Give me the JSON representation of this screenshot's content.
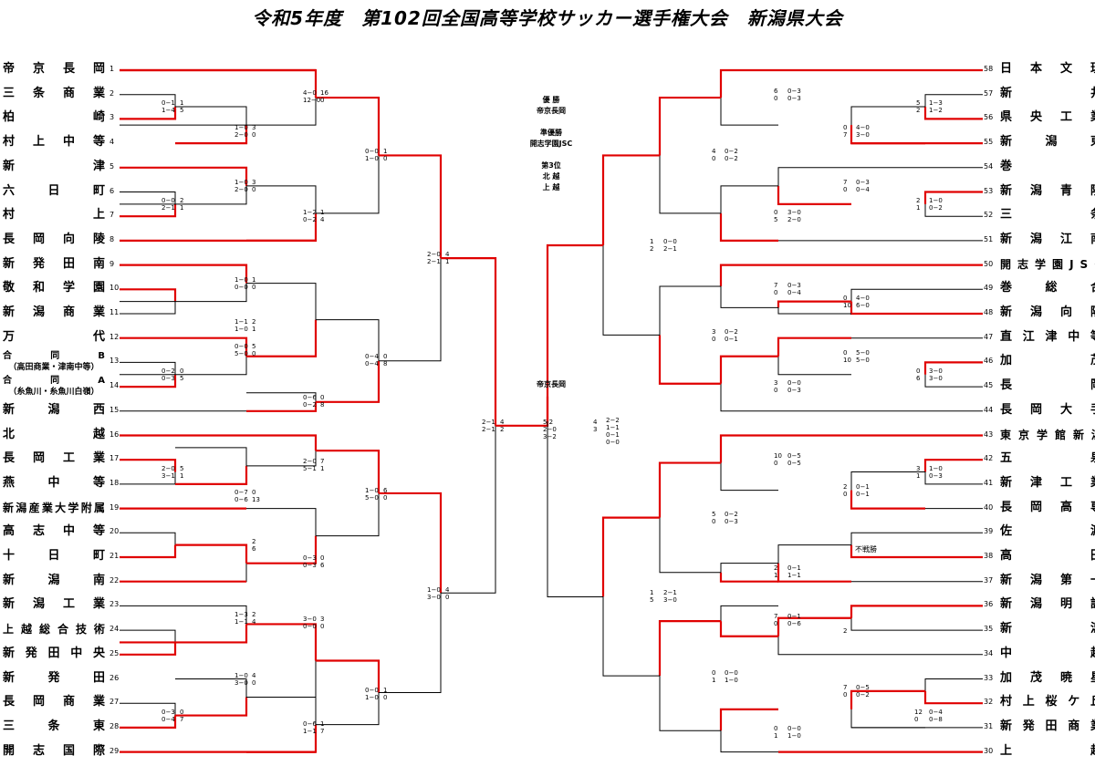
{
  "title": "令和5年度　第102回全国高等学校サッカー選手権大会　新潟県大会",
  "results": {
    "champion_label": "優 勝",
    "champion": "帝京長岡",
    "runner_up_label": "準優勝",
    "runner_up": "開志学園JSC",
    "third_label": "第3位",
    "third_1": "北 越",
    "third_2": "上 越",
    "final_winner_label": "帝京長岡"
  },
  "colors": {
    "win_line": "#e00000",
    "line": "#000000"
  },
  "left_teams": [
    {
      "n": "1",
      "name": "帝京長岡"
    },
    {
      "n": "2",
      "name": "三条商業"
    },
    {
      "n": "3",
      "name": "柏崎"
    },
    {
      "n": "4",
      "name": "村上中等"
    },
    {
      "n": "5",
      "name": "新津"
    },
    {
      "n": "6",
      "name": "六日町"
    },
    {
      "n": "7",
      "name": "村上"
    },
    {
      "n": "8",
      "name": "長岡向陵"
    },
    {
      "n": "9",
      "name": "新発田南"
    },
    {
      "n": "10",
      "name": "敬和学園"
    },
    {
      "n": "11",
      "name": "新潟商業"
    },
    {
      "n": "12",
      "name": "万代"
    },
    {
      "n": "13",
      "name": "合同B",
      "sub": "（高田商業・津南中等）"
    },
    {
      "n": "14",
      "name": "合同A",
      "sub": "（糸魚川・糸魚川白嶺）"
    },
    {
      "n": "15",
      "name": "新潟西"
    },
    {
      "n": "16",
      "name": "北越"
    },
    {
      "n": "17",
      "name": "長岡工業"
    },
    {
      "n": "18",
      "name": "燕中等"
    },
    {
      "n": "19",
      "name": "新潟産業大学附属"
    },
    {
      "n": "20",
      "name": "高志中等"
    },
    {
      "n": "21",
      "name": "十日町"
    },
    {
      "n": "22",
      "name": "新潟南"
    },
    {
      "n": "23",
      "name": "新潟工業"
    },
    {
      "n": "24",
      "name": "上越総合技術"
    },
    {
      "n": "25",
      "name": "新発田中央"
    },
    {
      "n": "26",
      "name": "新発田"
    },
    {
      "n": "27",
      "name": "長岡商業"
    },
    {
      "n": "28",
      "name": "三条東"
    },
    {
      "n": "29",
      "name": "開志国際"
    }
  ],
  "right_teams": [
    {
      "n": "58",
      "name": "日本文理"
    },
    {
      "n": "57",
      "name": "新井"
    },
    {
      "n": "56",
      "name": "県央工業"
    },
    {
      "n": "55",
      "name": "新潟東"
    },
    {
      "n": "54",
      "name": "巻"
    },
    {
      "n": "53",
      "name": "新潟青陵"
    },
    {
      "n": "52",
      "name": "三条"
    },
    {
      "n": "51",
      "name": "新潟江南"
    },
    {
      "n": "50",
      "name": "開志学園JSC"
    },
    {
      "n": "49",
      "name": "巻総合"
    },
    {
      "n": "48",
      "name": "新潟向陽"
    },
    {
      "n": "47",
      "name": "直江津中等"
    },
    {
      "n": "46",
      "name": "加茂"
    },
    {
      "n": "45",
      "name": "長岡"
    },
    {
      "n": "44",
      "name": "長岡大手"
    },
    {
      "n": "43",
      "name": "東京学館新潟"
    },
    {
      "n": "42",
      "name": "五泉"
    },
    {
      "n": "41",
      "name": "新津工業"
    },
    {
      "n": "40",
      "name": "長岡高専"
    },
    {
      "n": "39",
      "name": "佐渡"
    },
    {
      "n": "38",
      "name": "高田"
    },
    {
      "n": "37",
      "name": "新潟第一"
    },
    {
      "n": "36",
      "name": "新潟明訓"
    },
    {
      "n": "35",
      "name": "新潟"
    },
    {
      "n": "34",
      "name": "中越"
    },
    {
      "n": "33",
      "name": "加茂暁星"
    },
    {
      "n": "32",
      "name": "村上桜ケ丘"
    },
    {
      "n": "31",
      "name": "新発田商業"
    },
    {
      "n": "30",
      "name": "上越"
    }
  ],
  "walkover_label": "不戦勝",
  "scores": [
    {
      "id": "s_l1_a",
      "t": "0−1\n1−4"
    },
    {
      "id": "s_l1_b",
      "t": "1\n5"
    },
    {
      "id": "s_l2_a",
      "t": "1−0\n2−0"
    },
    {
      "id": "s_l2_b",
      "t": "3\n0"
    },
    {
      "id": "s_l3_a",
      "t": "4−0\n12−0"
    },
    {
      "id": "s_l3_b",
      "t": "16\n0"
    },
    {
      "id": "s_l4_a",
      "t": "1−0\n2−0"
    },
    {
      "id": "s_l4_b",
      "t": "3\n0"
    },
    {
      "id": "s_l5_a",
      "t": "0−0\n2−1"
    },
    {
      "id": "s_l5_b",
      "t": "2\n1"
    },
    {
      "id": "s_l6_a",
      "t": "1−2\n0−2"
    },
    {
      "id": "s_l6_b",
      "t": "1\n4"
    },
    {
      "id": "s_l7_a",
      "t": "0−0\n1−0"
    },
    {
      "id": "s_l7_b",
      "t": "1\n0"
    },
    {
      "id": "s_l8_a",
      "t": "1−0\n0−0"
    },
    {
      "id": "s_l8_b",
      "t": "1\n0"
    },
    {
      "id": "s_l9_a",
      "t": "1−1\n1−0"
    },
    {
      "id": "s_l9_b",
      "t": "2\n1"
    },
    {
      "id": "s_l10_a",
      "t": "0−0\n5−0"
    },
    {
      "id": "s_l10_b",
      "t": "5\n0"
    },
    {
      "id": "s_l11_a",
      "t": "0−2\n0−3"
    },
    {
      "id": "s_l11_b",
      "t": "0\n5"
    },
    {
      "id": "s_l12_a",
      "t": "0−6\n0−2"
    },
    {
      "id": "s_l12_b",
      "t": "0\n8"
    },
    {
      "id": "s_l13_a",
      "t": "0−4\n0−4"
    },
    {
      "id": "s_l13_b",
      "t": "0\n8"
    },
    {
      "id": "s_l14_a",
      "t": "2−0\n2−1"
    },
    {
      "id": "s_l14_b",
      "t": "4\n1"
    },
    {
      "id": "s_l15_a",
      "t": "2−0\n5−1"
    },
    {
      "id": "s_l15_b",
      "t": "7\n1"
    },
    {
      "id": "s_l16_a",
      "t": "2−0\n3−1"
    },
    {
      "id": "s_l16_b",
      "t": "5\n1"
    },
    {
      "id": "s_l17_a",
      "t": "0−7\n0−6"
    },
    {
      "id": "s_l17_b",
      "t": "0\n13"
    },
    {
      "id": "s_l18_a",
      "t": "1−0\n5−0"
    },
    {
      "id": "s_l18_b",
      "t": "6\n0"
    },
    {
      "id": "s_l19_b",
      "t": "2\n6"
    },
    {
      "id": "s_l20_a",
      "t": "0−3\n0−3"
    },
    {
      "id": "s_l20_b",
      "t": "0\n6"
    },
    {
      "id": "s_l21_a",
      "t": "1−3\n1−1"
    },
    {
      "id": "s_l21_b",
      "t": "2\n4"
    },
    {
      "id": "s_l22_a",
      "t": "3−0\n0−0"
    },
    {
      "id": "s_l22_b",
      "t": "3\n0"
    },
    {
      "id": "s_l23_a",
      "t": "1−0\n3−0"
    },
    {
      "id": "s_l23_b",
      "t": "4\n0"
    },
    {
      "id": "s_l24_a",
      "t": "0−3\n0−4"
    },
    {
      "id": "s_l24_b",
      "t": "0\n7"
    },
    {
      "id": "s_l25_a",
      "t": "0−6\n1−1"
    },
    {
      "id": "s_l25_b",
      "t": "1\n7"
    },
    {
      "id": "s_l26_a",
      "t": "0−0\n1−0"
    },
    {
      "id": "s_l26_b",
      "t": "1\n0"
    },
    {
      "id": "s_l27_a",
      "t": "1−0\n3−0"
    },
    {
      "id": "s_l27_b",
      "t": "4\n0"
    },
    {
      "id": "s_l28_a",
      "t": "2−1\n2−1"
    },
    {
      "id": "s_l28_b",
      "t": "4\n2"
    },
    {
      "id": "s_f_a",
      "t": "5 2\n2−0\n3−2"
    },
    {
      "id": "s_r28_a",
      "t": "2−2\n1−1\n0−1\n0−0"
    },
    {
      "id": "s_r28_b",
      "t": "4\n3"
    },
    {
      "id": "s_r1_a",
      "t": "6\n0"
    },
    {
      "id": "s_r1_b",
      "t": "0−3\n0−3"
    },
    {
      "id": "s_r2_a",
      "t": "5\n2"
    },
    {
      "id": "s_r2_b",
      "t": "1−3\n1−2"
    },
    {
      "id": "s_r3_a",
      "t": "0\n7"
    },
    {
      "id": "s_r3_b",
      "t": "4−0\n3−0"
    },
    {
      "id": "s_r4_a",
      "t": "4\n0"
    },
    {
      "id": "s_r4_b",
      "t": "0−2\n0−2"
    },
    {
      "id": "s_r5_a",
      "t": "7\n0"
    },
    {
      "id": "s_r5_b",
      "t": "0−3\n0−4"
    },
    {
      "id": "s_r6_a",
      "t": "2\n1"
    },
    {
      "id": "s_r6_b",
      "t": "1−0\n0−2"
    },
    {
      "id": "s_r7_a",
      "t": "0\n5"
    },
    {
      "id": "s_r7_b",
      "t": "3−0\n2−0"
    },
    {
      "id": "s_r8_a",
      "t": "1\n2"
    },
    {
      "id": "s_r8_b",
      "t": "0−0\n2−1"
    },
    {
      "id": "s_r9_a",
      "t": "7\n0"
    },
    {
      "id": "s_r9_b",
      "t": "0−3\n0−4"
    },
    {
      "id": "s_r10_a",
      "t": "0\n10"
    },
    {
      "id": "s_r10_b",
      "t": "4−0\n6−0"
    },
    {
      "id": "s_r11_a",
      "t": "0\n10"
    },
    {
      "id": "s_r11_b",
      "t": "5−0\n5−0"
    },
    {
      "id": "s_r12_a",
      "t": "0\n6"
    },
    {
      "id": "s_r12_b",
      "t": "3−0\n3−0"
    },
    {
      "id": "s_r13_a",
      "t": "3\n0"
    },
    {
      "id": "s_r13_b",
      "t": "0−2\n0−1"
    },
    {
      "id": "s_r14_a",
      "t": "3\n0"
    },
    {
      "id": "s_r14_b",
      "t": "0−0\n0−3"
    },
    {
      "id": "s_r15_a",
      "t": "10\n0"
    },
    {
      "id": "s_r15_b",
      "t": "0−5\n0−5"
    },
    {
      "id": "s_r16_a",
      "t": "3\n1"
    },
    {
      "id": "s_r16_b",
      "t": "1−0\n0−3"
    },
    {
      "id": "s_r17_a",
      "t": "2\n0"
    },
    {
      "id": "s_r17_b",
      "t": "0−1\n0−1"
    },
    {
      "id": "s_r18_a",
      "t": "5\n0"
    },
    {
      "id": "s_r18_b",
      "t": "0−2\n0−3"
    },
    {
      "id": "s_r19_a",
      "t": "2\n1"
    },
    {
      "id": "s_r19_b",
      "t": "0−1\n1−1"
    },
    {
      "id": "s_r20_a",
      "t": "1\n5"
    },
    {
      "id": "s_r20_b",
      "t": "2−1\n3−0"
    },
    {
      "id": "s_r21_a",
      "t": "7\n0"
    },
    {
      "id": "s_r21_b",
      "t": "0−1\n0−6"
    },
    {
      "id": "s_r22_a",
      "t": "2"
    },
    {
      "id": "s_r23_a",
      "t": "0\n1"
    },
    {
      "id": "s_r23_b",
      "t": "0−0\n1−0"
    },
    {
      "id": "s_r24_a",
      "t": "7\n0"
    },
    {
      "id": "s_r24_b",
      "t": "0−5\n0−2"
    },
    {
      "id": "s_r25_a",
      "t": "12\n0"
    },
    {
      "id": "s_r25_b",
      "t": "0−4\n0−8"
    },
    {
      "id": "s_r26_a",
      "t": "0\n1"
    },
    {
      "id": "s_r26_b",
      "t": "0−0\n1−0"
    }
  ]
}
